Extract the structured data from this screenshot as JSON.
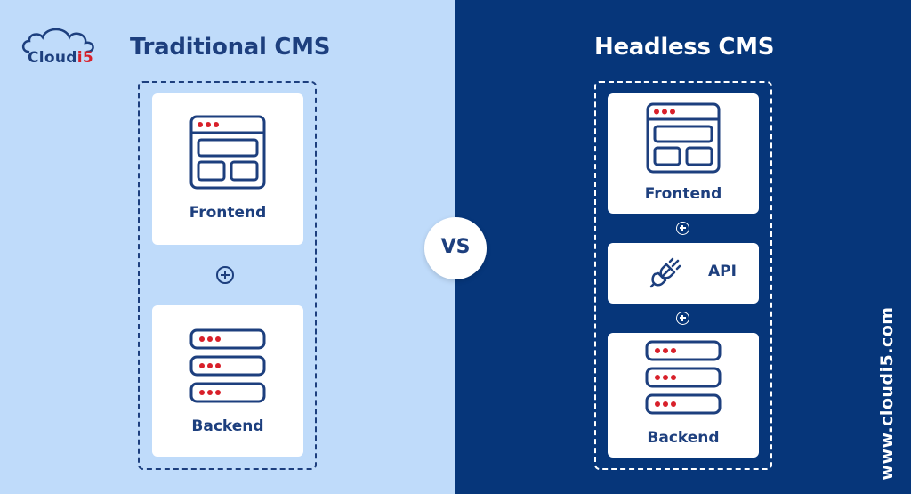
{
  "logo": {
    "text_main": "Cloud",
    "text_accent": "i5"
  },
  "left": {
    "title": "Traditional CMS",
    "frontend_label": "Frontend",
    "backend_label": "Backend"
  },
  "vs": "VS",
  "right": {
    "title": "Headless CMS",
    "frontend_label": "Frontend",
    "api_label": "API",
    "backend_label": "Backend"
  },
  "website": "www.cloudi5.com",
  "colors": {
    "left_bg": "#bfdbfa",
    "right_bg": "#06367a",
    "navy": "#1d3f7e",
    "accent_red": "#d8202a",
    "card": "#ffffff"
  },
  "icons": [
    "cloud-logo-icon",
    "frontend-browser-icon",
    "backend-server-icon",
    "api-plug-icon",
    "plus-circle-icon"
  ]
}
